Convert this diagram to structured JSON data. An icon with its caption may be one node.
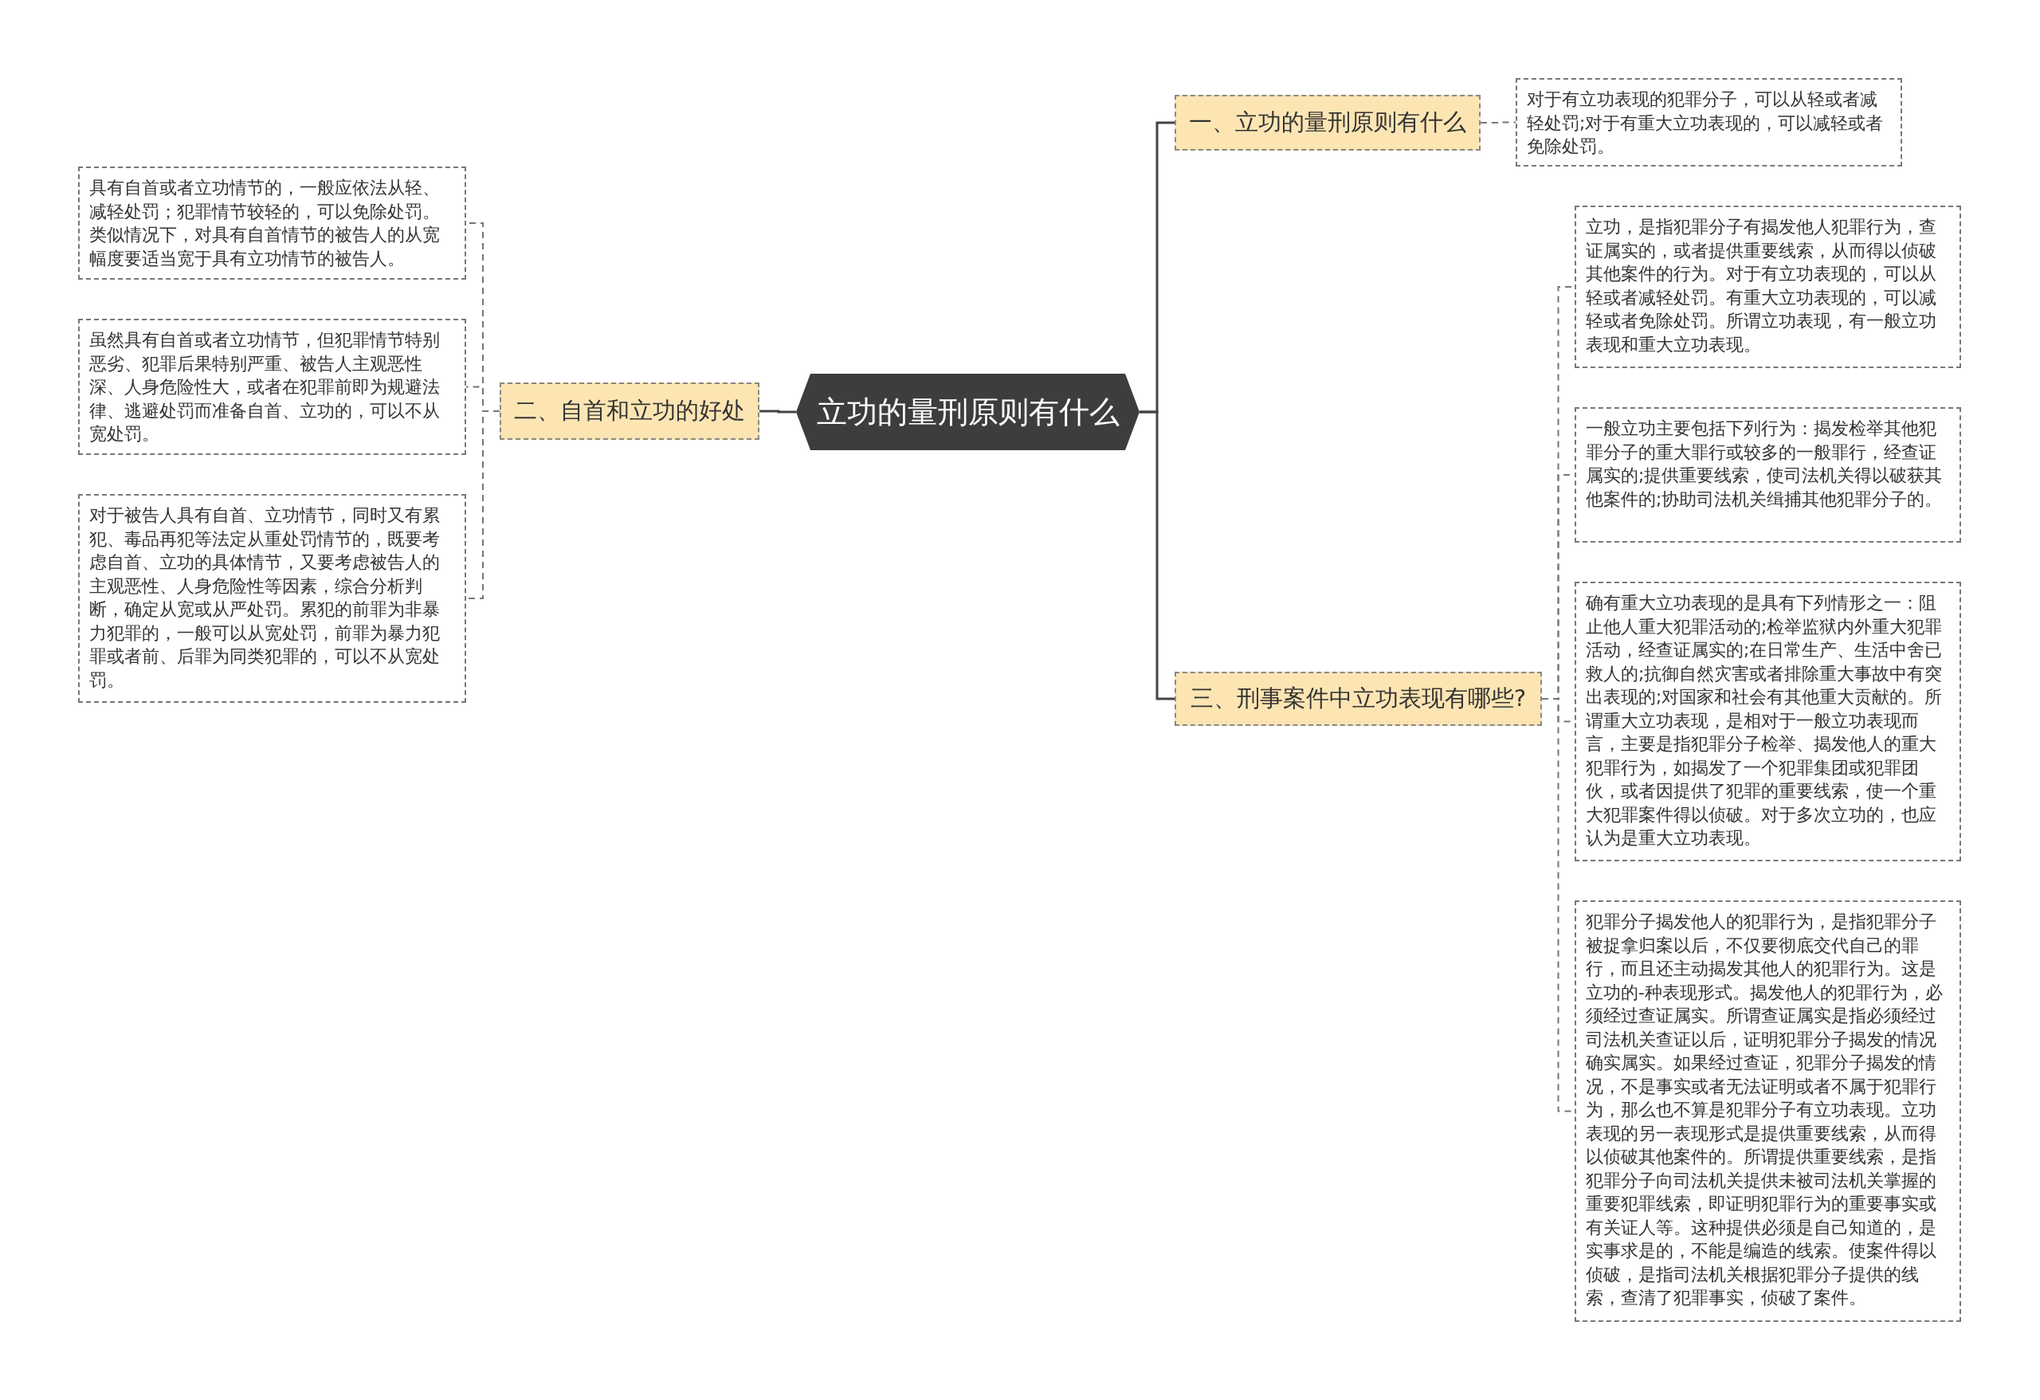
{
  "diagram": {
    "nodes": [
      {
        "text": [
          "立功的量刑原则有什么"
        ]
      },
      {
        "text": [
          "一、立功的量刑原则有什么"
        ]
      },
      {
        "text": [
          "对于有立功表现的犯罪分子，可以从轻或者减轻处罚;对于有重大立功表现的，可以减轻或者免除处罚。"
        ]
      },
      {
        "text": [
          "二、自首和立功的好处"
        ]
      },
      {
        "text": [
          "具有自首或者立功情节的，一般应依法从轻、减轻处罚；犯罪情节较轻的，可以免除处罚。类似情况下，对具有自首情节的被告人的从宽幅度要适当宽于具有立功情节的被告人。"
        ]
      },
      {
        "text": [
          "虽然具有自首或者立功情节，但犯罪情节特别恶劣、犯罪后果特别严重、被告人主观恶性深、人身危险性大，或者在犯罪前即为规避法律、逃避处罚而准备自首、立功的，可以不从宽处罚。"
        ]
      },
      {
        "text": [
          "对于被告人具有自首、立功情节，同时又有累犯、毒品再犯等法定从重处罚情节的，既要考虑自首、立功的具体情节，又要考虑被告人的主观恶性、人身危险性等因素，综合分析判断，确定从宽或从严处罚。累犯的前罪为非暴力犯罪的，一般可以从宽处罚，前罪为暴力犯罪或者前、后罪为同类犯罪的，可以不从宽处罚。"
        ]
      },
      {
        "text": [
          "三、刑事案件中立功表现有哪些?"
        ]
      },
      {
        "text": [
          "立功，是指犯罪分子有揭发他人犯罪行为，查证属实的，或者提供重要线索，从而得以侦破其他案件的行为。对于有立功表现的，可以从轻或者减轻处罚。有重大立功表现的，可以减轻或者免除处罚。所谓立功表现，有一般立功表现和重大立功表现。"
        ]
      },
      {
        "text": [
          "一般立功主要包括下列行为：揭发检举其他犯罪分子的重大罪行或较多的一般罪行，经查证属实的;提供重要线索，使司法机关得以破获其他案件的;协助司法机关缉捕其他犯罪分子的。"
        ]
      },
      {
        "text": [
          "确有重大立功表现的是具有下列情形之一：阻止他人重大犯罪活动的;检举监狱内外重大犯罪活动，经查证属实的;在日常生产、生活中舍已救人的;抗御自然灾害或者排除重大事故中有突出表现的;对国家和社会有其他重大贡献的。所谓重大立功表现，是相对于一般立功表现而言，主要是指犯罪分子检举、揭发他人的重大犯罪行为，如揭发了一个犯罪集团或犯罪团伙，或者因提供了犯罪的重要线索，使一个重大犯罪案件得以侦破。对于多次立功的，也应认为是重大立功表现。"
        ]
      },
      {
        "text": [
          "犯罪分子揭发他人的犯罪行为，是指犯罪分子被捉拿归案以后，不仅要彻底交代自己的罪行，而且还主动揭发其他人的犯罪行为。这是立功的-种表现形式。揭发他人的犯罪行为，必须经过查证属实。所谓查证属实是指必须经过司法机关查证以后，证明犯罪分子揭发的情况确实属实。如果经过查证，犯罪分子揭发的情况，不是事实或者无法证明或者不属于犯罪行为，那么也不算是犯罪分子有立功表现。立功表现的另一表现形式是提供重要线索，从而得以侦破其他案件的。所谓提供重要线索，是指犯罪分子向司法机关提供未被司法机关掌握的重要犯罪线索，即证明犯罪行为的重要事实或有关证人等。这种提供必须是自己知道的，是实事求是的，不能是编造的线索。使案件得以侦破，是指司法机关根据犯罪分子提供的线索，查清了犯罪事实，侦破了案件。"
        ]
      }
    ],
    "edges": [
      {
        "from": 0,
        "to": 1,
        "arrow": "none"
      },
      {
        "from": 1,
        "to": 2,
        "arrow": "none",
        "style": "dashed"
      },
      {
        "from": 0,
        "to": 3,
        "arrow": "none"
      },
      {
        "from": 3,
        "to": 4,
        "arrow": "none",
        "style": "dashed"
      },
      {
        "from": 3,
        "to": 5,
        "arrow": "none",
        "style": "dashed"
      },
      {
        "from": 3,
        "to": 6,
        "arrow": "none",
        "style": "dashed"
      },
      {
        "from": 0,
        "to": 7,
        "arrow": "none"
      },
      {
        "from": 7,
        "to": 8,
        "arrow": "none",
        "style": "dashed"
      },
      {
        "from": 7,
        "to": 9,
        "arrow": "none",
        "style": "dashed"
      },
      {
        "from": 7,
        "to": 10,
        "arrow": "none",
        "style": "dashed"
      },
      {
        "from": 7,
        "to": 11,
        "arrow": "none",
        "style": "dashed"
      }
    ]
  }
}
